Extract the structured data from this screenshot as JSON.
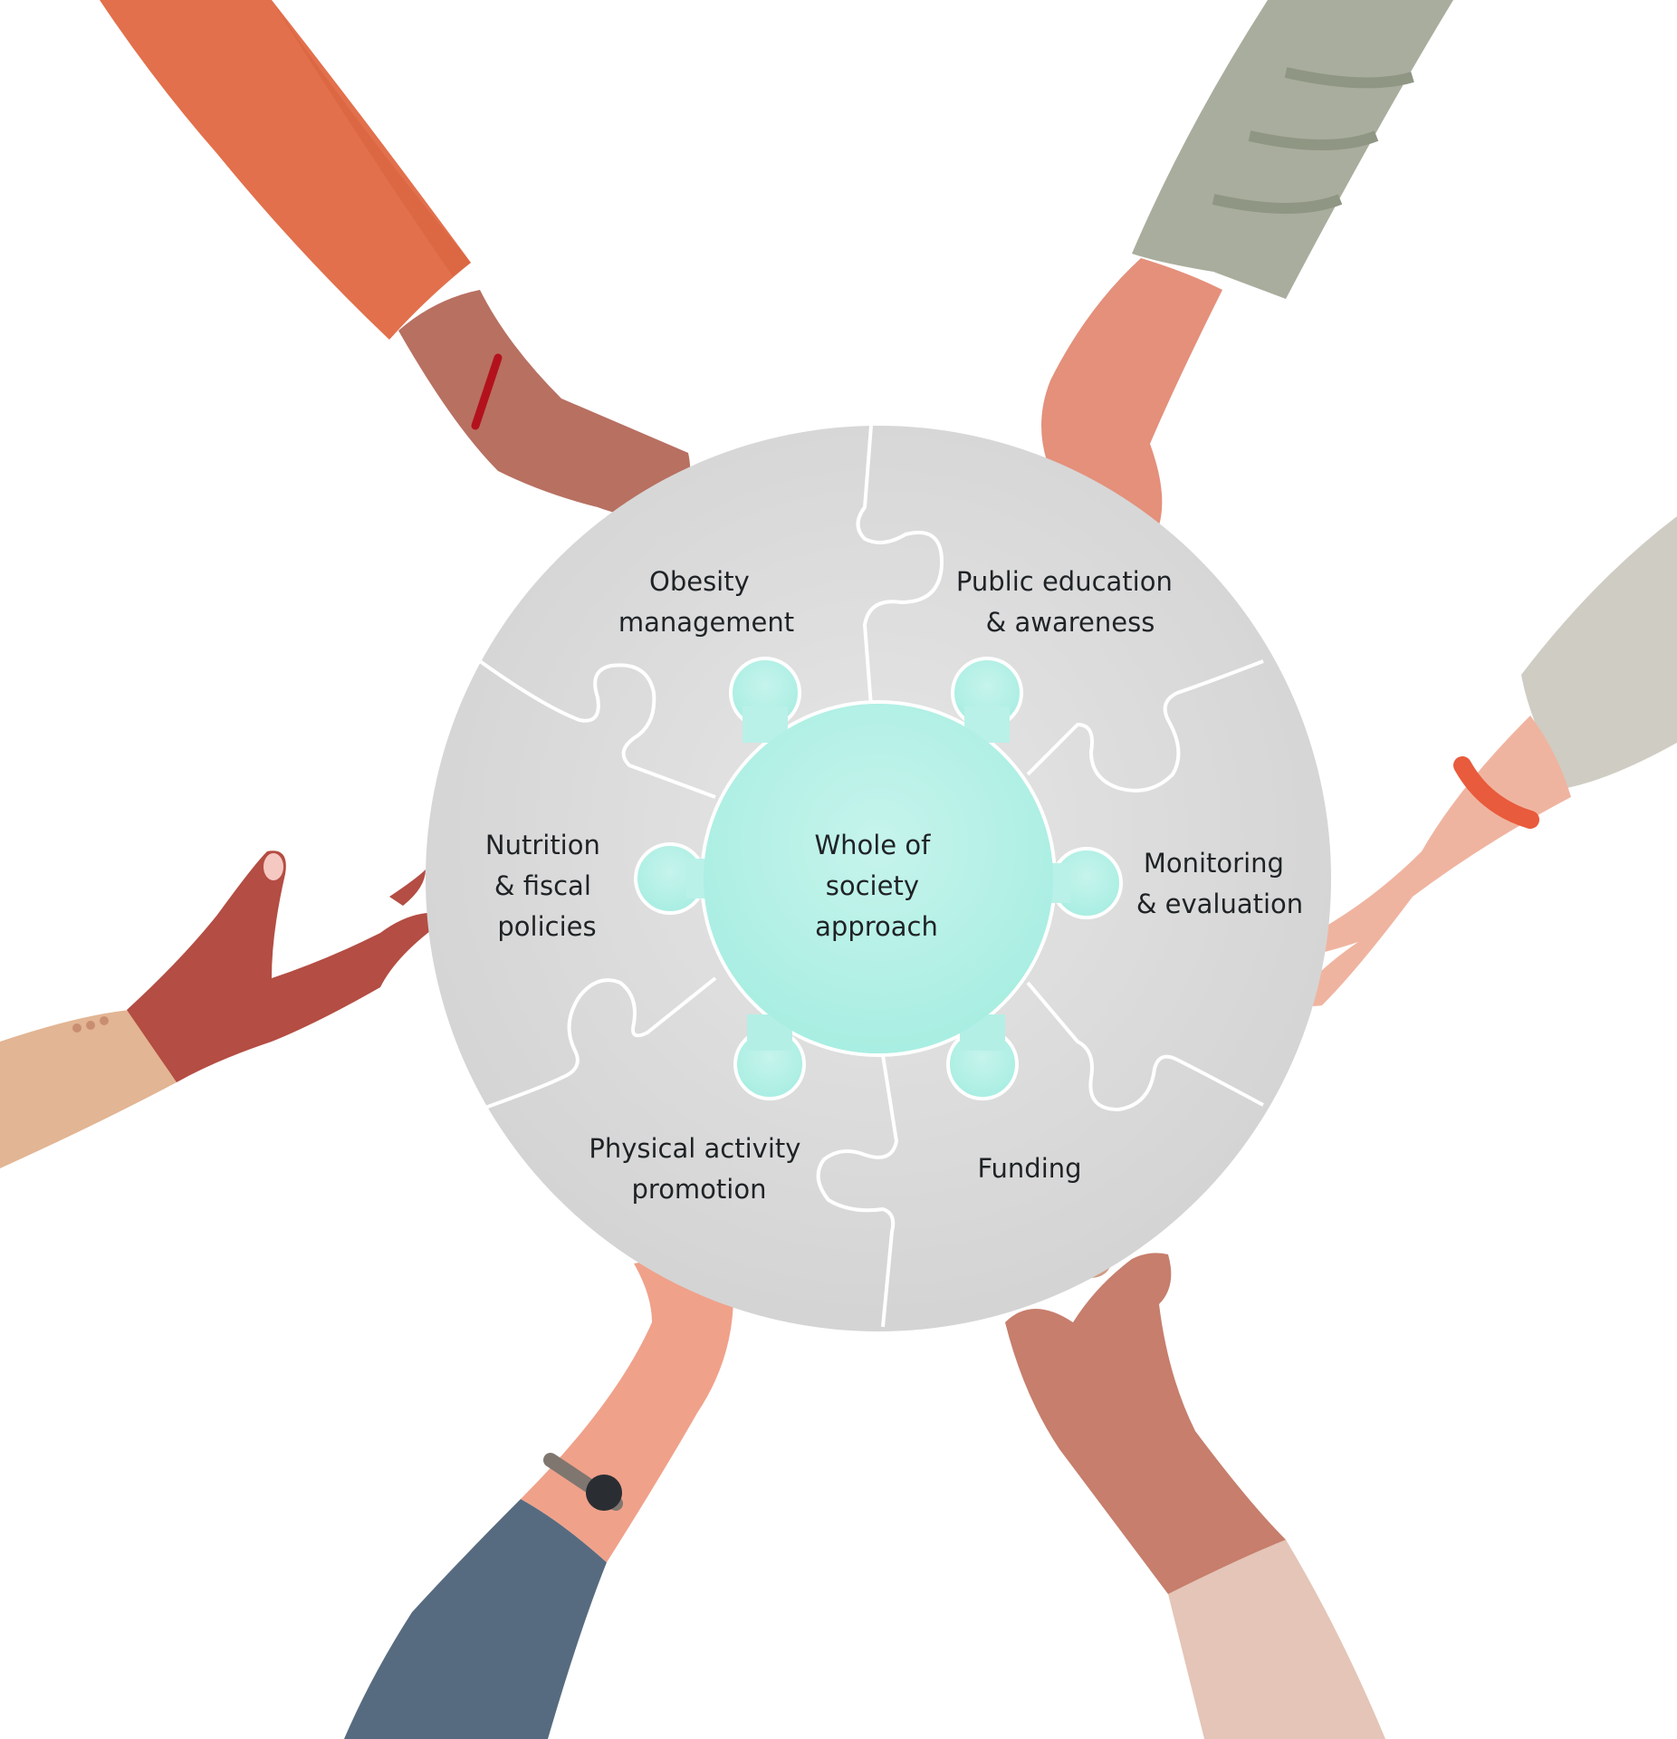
{
  "diagram": {
    "center": {
      "lines": [
        "Whole of",
        "society",
        "approach"
      ]
    },
    "pieces": [
      {
        "id": "obesity",
        "lines": [
          "Obesity",
          "management"
        ]
      },
      {
        "id": "public-education",
        "lines": [
          "Public education",
          "& awareness"
        ]
      },
      {
        "id": "monitoring",
        "lines": [
          "Monitoring",
          "& evaluation"
        ]
      },
      {
        "id": "funding",
        "lines": [
          "Funding"
        ]
      },
      {
        "id": "physical-activity",
        "lines": [
          "Physical activity",
          "promotion"
        ]
      },
      {
        "id": "nutrition",
        "lines": [
          "Nutrition",
          "& fiscal",
          "policies"
        ]
      }
    ]
  },
  "colors": {
    "puzzle_gray": "#dcdcdc",
    "puzzle_seam": "#ffffff",
    "center_mint": "#b2efe6",
    "text": "#1f2326"
  }
}
